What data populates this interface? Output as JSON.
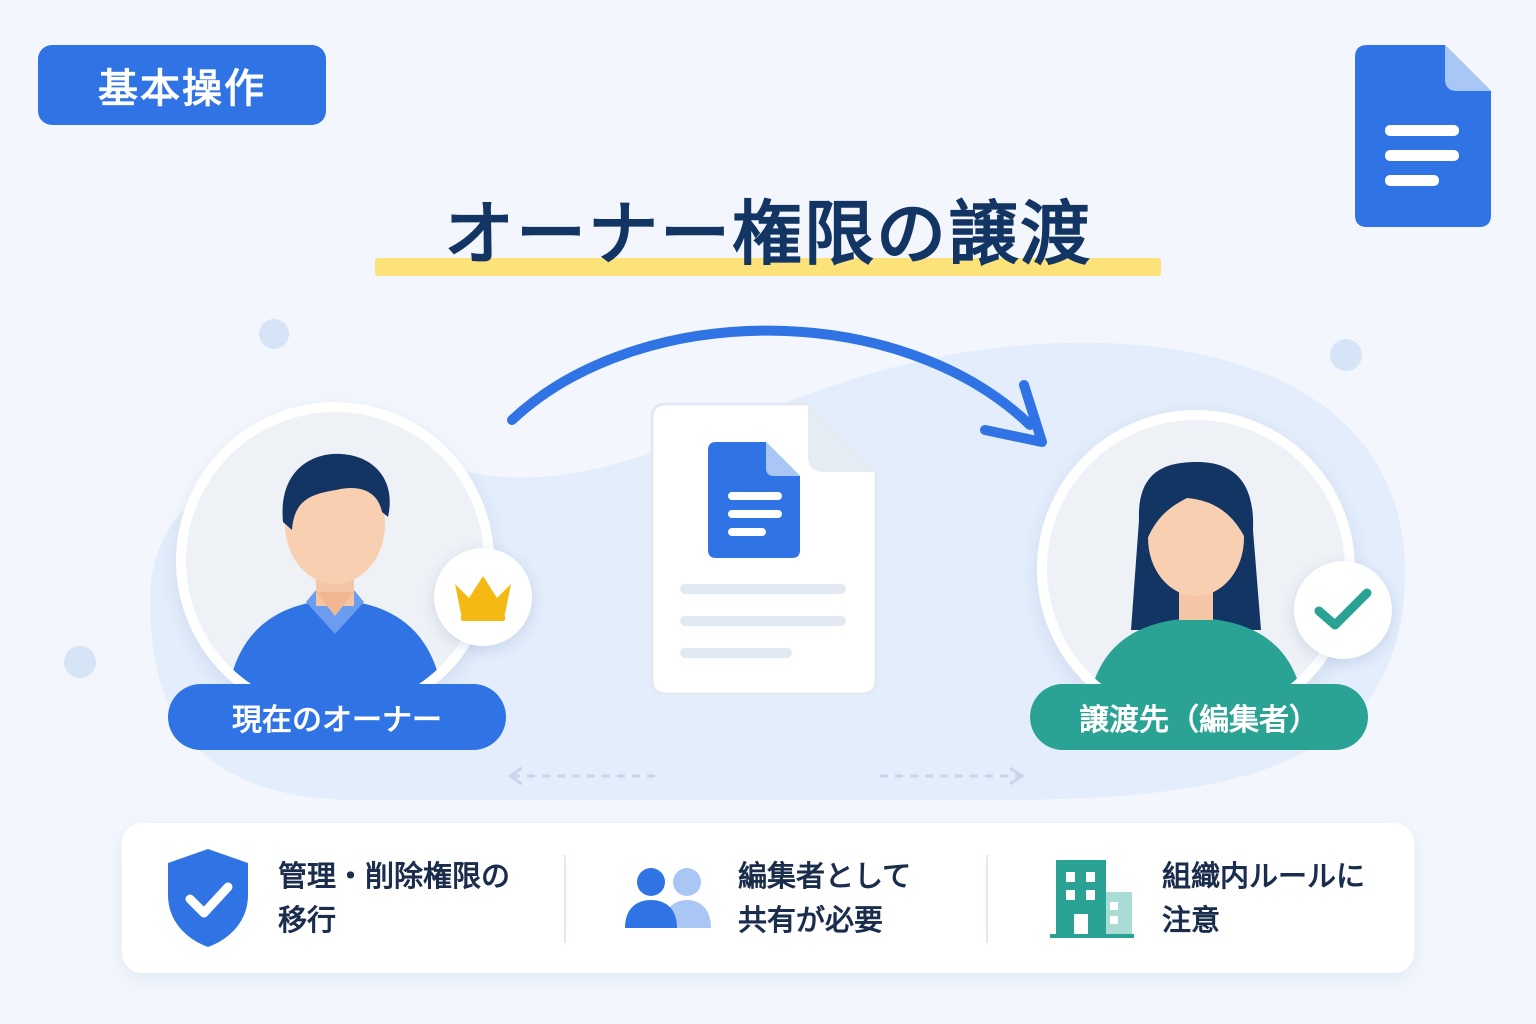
{
  "tag": {
    "label": "基本操作"
  },
  "title": {
    "text": "オーナー権限の譲渡"
  },
  "owner": {
    "label": "現在のオーナー",
    "badge_icon": "crown-icon"
  },
  "recipient": {
    "label": "譲渡先（編集者）",
    "badge_icon": "check-icon"
  },
  "document": {
    "icon": "google-docs-icon"
  },
  "features": [
    {
      "icon": "shield-check-icon",
      "line1": "管理・削除権限の",
      "line2": "移行"
    },
    {
      "icon": "users-icon",
      "line1": "編集者として",
      "line2": "共有が必要"
    },
    {
      "icon": "building-icon",
      "line1": "組織内ルールに",
      "line2": "注意"
    }
  ],
  "colors": {
    "primary_blue": "#2f73e4",
    "teal": "#2aa395",
    "title_navy": "#123563",
    "highlight_yellow": "#fde27a",
    "crown_gold": "#f5b914"
  }
}
